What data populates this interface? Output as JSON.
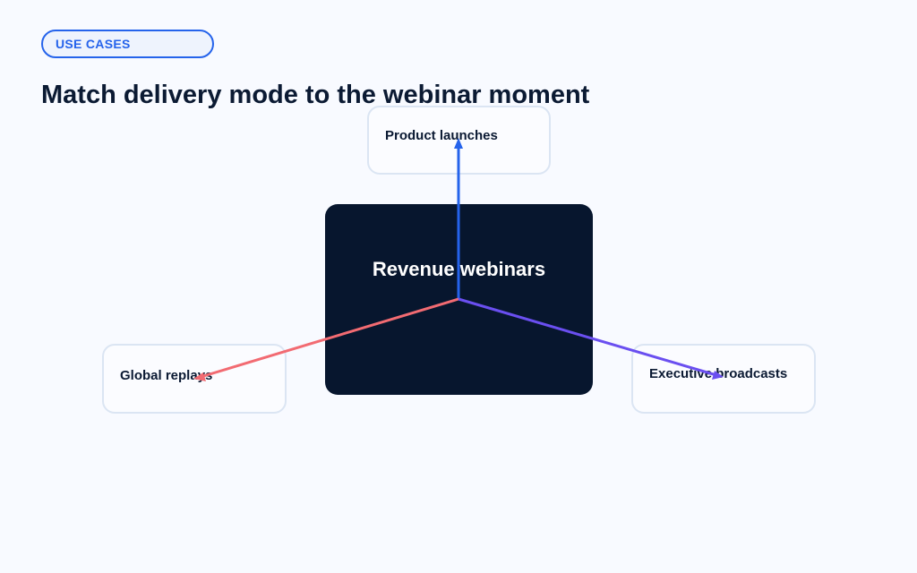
{
  "header": {
    "tag": "USE CASES",
    "title": "Match delivery mode to the webinar moment"
  },
  "diagram": {
    "center": "Revenue webinars",
    "nodes": {
      "top": "Product launches",
      "left": "Global replays",
      "right": "Executive broadcasts"
    },
    "colors": {
      "top_connector": "#2563eb",
      "left_connector": "#f26b72",
      "right_connector": "#6a4ff0",
      "hub_background": "#07162e"
    }
  }
}
